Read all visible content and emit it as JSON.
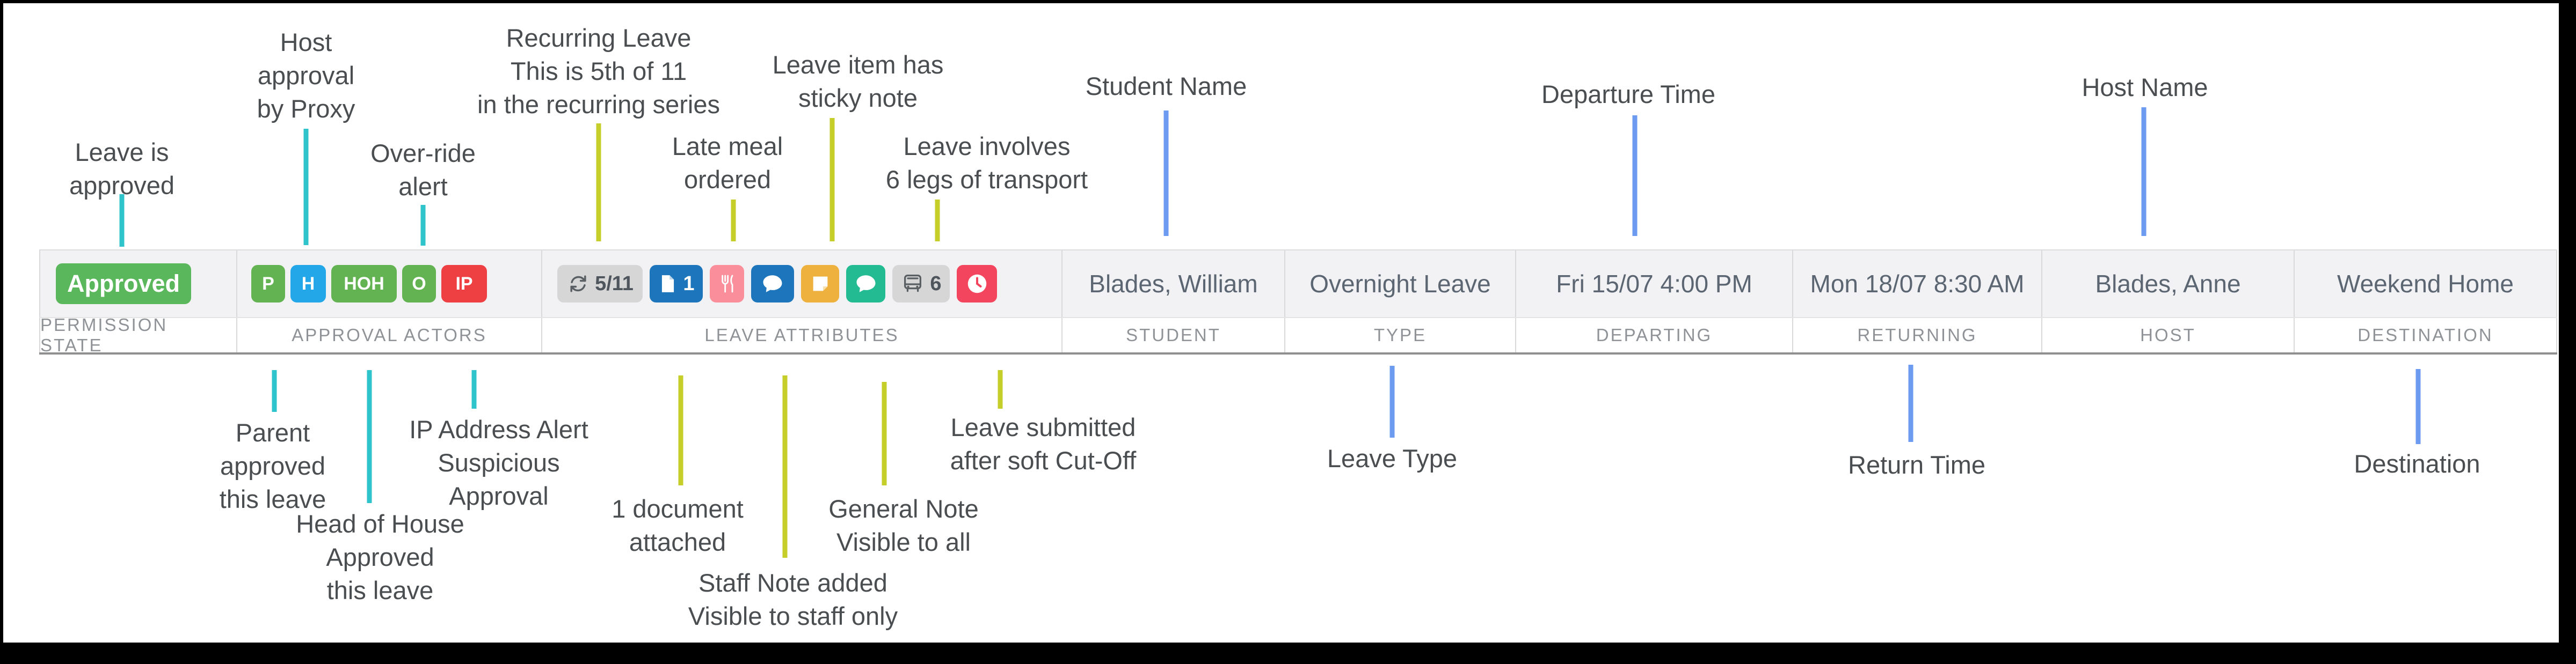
{
  "callout_colors": {
    "teal": "#2fc3cb",
    "yellow": "#c6ce2a",
    "blue": "#6d9bef"
  },
  "callouts": {
    "top": [
      {
        "name": "leave-is-approved",
        "color": "teal",
        "lines": [
          "Leave is",
          "approved"
        ]
      },
      {
        "name": "host-approval-by-proxy",
        "color": "teal",
        "lines": [
          "Host",
          "approval",
          "by Proxy"
        ]
      },
      {
        "name": "over-ride-alert",
        "color": "teal",
        "lines": [
          "Over-ride",
          "alert"
        ]
      },
      {
        "name": "recurring-leave",
        "color": "yellow",
        "lines": [
          "Recurring Leave",
          "This is 5th of 11",
          "in the recurring series"
        ]
      },
      {
        "name": "late-meal-ordered",
        "color": "yellow",
        "lines": [
          "Late meal",
          "ordered"
        ]
      },
      {
        "name": "leave-item-sticky-note",
        "color": "yellow",
        "lines": [
          "Leave item has",
          "sticky note"
        ]
      },
      {
        "name": "leave-transport-legs",
        "color": "yellow",
        "lines": [
          "Leave involves",
          "6 legs of transport"
        ]
      },
      {
        "name": "student-name",
        "color": "blue",
        "lines": [
          "Student Name"
        ]
      },
      {
        "name": "departure-time",
        "color": "blue",
        "lines": [
          "Departure Time"
        ]
      },
      {
        "name": "host-name",
        "color": "blue",
        "lines": [
          "Host Name"
        ]
      }
    ],
    "bottom": [
      {
        "name": "parent-approved",
        "color": "teal",
        "lines": [
          "Parent",
          "approved",
          "this leave"
        ]
      },
      {
        "name": "head-of-house-approved",
        "color": "teal",
        "lines": [
          "Head of House",
          "Approved",
          "this leave"
        ]
      },
      {
        "name": "ip-address-alert",
        "color": "teal",
        "lines": [
          "IP Address Alert",
          "Suspicious",
          "Approval"
        ]
      },
      {
        "name": "document-attached",
        "color": "yellow",
        "lines": [
          "1 document",
          "attached"
        ]
      },
      {
        "name": "staff-note",
        "color": "yellow",
        "lines": [
          "Staff Note added",
          "Visible to staff only"
        ]
      },
      {
        "name": "general-note",
        "color": "yellow",
        "lines": [
          "General Note",
          "Visible to all"
        ]
      },
      {
        "name": "soft-cutoff",
        "color": "yellow",
        "lines": [
          "Leave submitted",
          "after soft Cut-Off"
        ]
      },
      {
        "name": "leave-type",
        "color": "blue",
        "lines": [
          "Leave Type"
        ]
      },
      {
        "name": "return-time",
        "color": "blue",
        "lines": [
          "Return Time"
        ]
      },
      {
        "name": "destination",
        "color": "blue",
        "lines": [
          "Destination"
        ]
      }
    ]
  },
  "table": {
    "labels": [
      "PERMISSION STATE",
      "APPROVAL ACTORS",
      "LEAVE ATTRIBUTES",
      "STUDENT",
      "TYPE",
      "DEPARTING",
      "RETURNING",
      "HOST",
      "DESTINATION"
    ],
    "permission_state": {
      "label": "Approved",
      "color": "#5bb75b"
    },
    "approval_actors": [
      {
        "label": "P",
        "color": "#63b352"
      },
      {
        "label": "H",
        "color": "#23a7e9"
      },
      {
        "label": "HOH",
        "color": "#63b352"
      },
      {
        "label": "O",
        "color": "#63b352"
      },
      {
        "label": "IP",
        "color": "#ee3f42"
      }
    ],
    "leave_attributes": [
      {
        "icon": "recurring-icon",
        "text": "5/11",
        "color": "#d6d6d6"
      },
      {
        "icon": "document-icon",
        "text": "1",
        "color": "#1d76bb"
      },
      {
        "icon": "meal-icon",
        "text": "",
        "color": "#fa8f9b"
      },
      {
        "icon": "chat-icon",
        "text": "",
        "color": "#1d76bb"
      },
      {
        "icon": "note-icon",
        "text": "",
        "color": "#eeb13e"
      },
      {
        "icon": "chat-icon",
        "text": "",
        "color": "#22bb92"
      },
      {
        "icon": "bus-icon",
        "text": "6",
        "color": "#d6d6d6"
      },
      {
        "icon": "clock-icon",
        "text": "",
        "color": "#f4455e"
      }
    ],
    "values": {
      "student": "Blades, William",
      "type": "Overnight Leave",
      "departing": "Fri 15/07 4:00 PM",
      "returning": "Mon 18/07 8:30 AM",
      "host": "Blades, Anne",
      "destination": "Weekend Home"
    }
  }
}
